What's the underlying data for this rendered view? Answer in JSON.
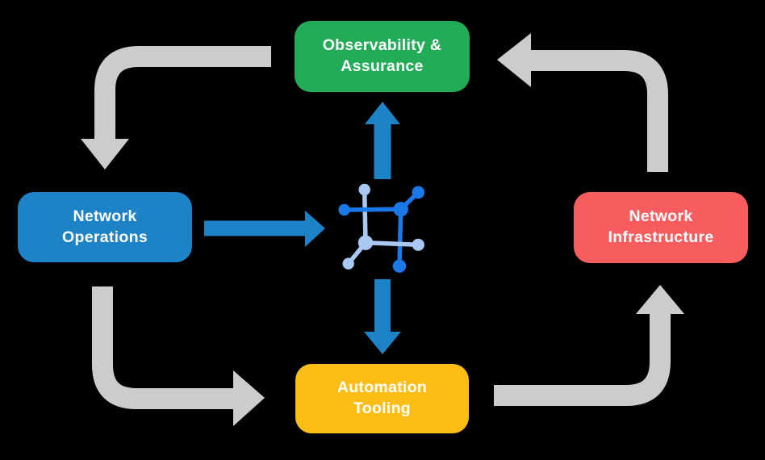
{
  "colors": {
    "bg": "#000000",
    "box-green": "#23ac58",
    "box-blue": "#1e82c6",
    "box-red": "#f75c5f",
    "box-yellow": "#fcbd17",
    "arrow-gray": "#cccccc",
    "arrow-blue": "#1e82c6",
    "icon-dark-blue": "#1a78e8",
    "icon-light-blue": "#a9c9f4",
    "label-text": "#ffffff"
  },
  "diagram": {
    "nodes": {
      "observability": {
        "label": "Observability &\nAssurance",
        "color": "#23ac58"
      },
      "operations": {
        "label": "Network\nOperations",
        "color": "#1e82c6"
      },
      "infrastructure": {
        "label": "Network\nInfrastructure",
        "color": "#f75c5f"
      },
      "automation": {
        "label": "Automation\nTooling",
        "color": "#fcbd17"
      }
    },
    "center_icon": "network-mesh-icon",
    "flows": [
      {
        "from": "observability",
        "to": "operations",
        "style": "gray-elbow-arrow"
      },
      {
        "from": "operations",
        "to": "automation",
        "style": "gray-elbow-arrow"
      },
      {
        "from": "automation",
        "to": "infrastructure",
        "style": "gray-elbow-arrow"
      },
      {
        "from": "infrastructure",
        "to": "observability",
        "style": "gray-elbow-arrow"
      },
      {
        "from": "operations",
        "to": "center-icon",
        "style": "blue-straight-arrow"
      },
      {
        "from": "center-icon",
        "to": "observability",
        "style": "blue-straight-arrow"
      },
      {
        "from": "center-icon",
        "to": "automation",
        "style": "blue-straight-arrow"
      }
    ]
  }
}
